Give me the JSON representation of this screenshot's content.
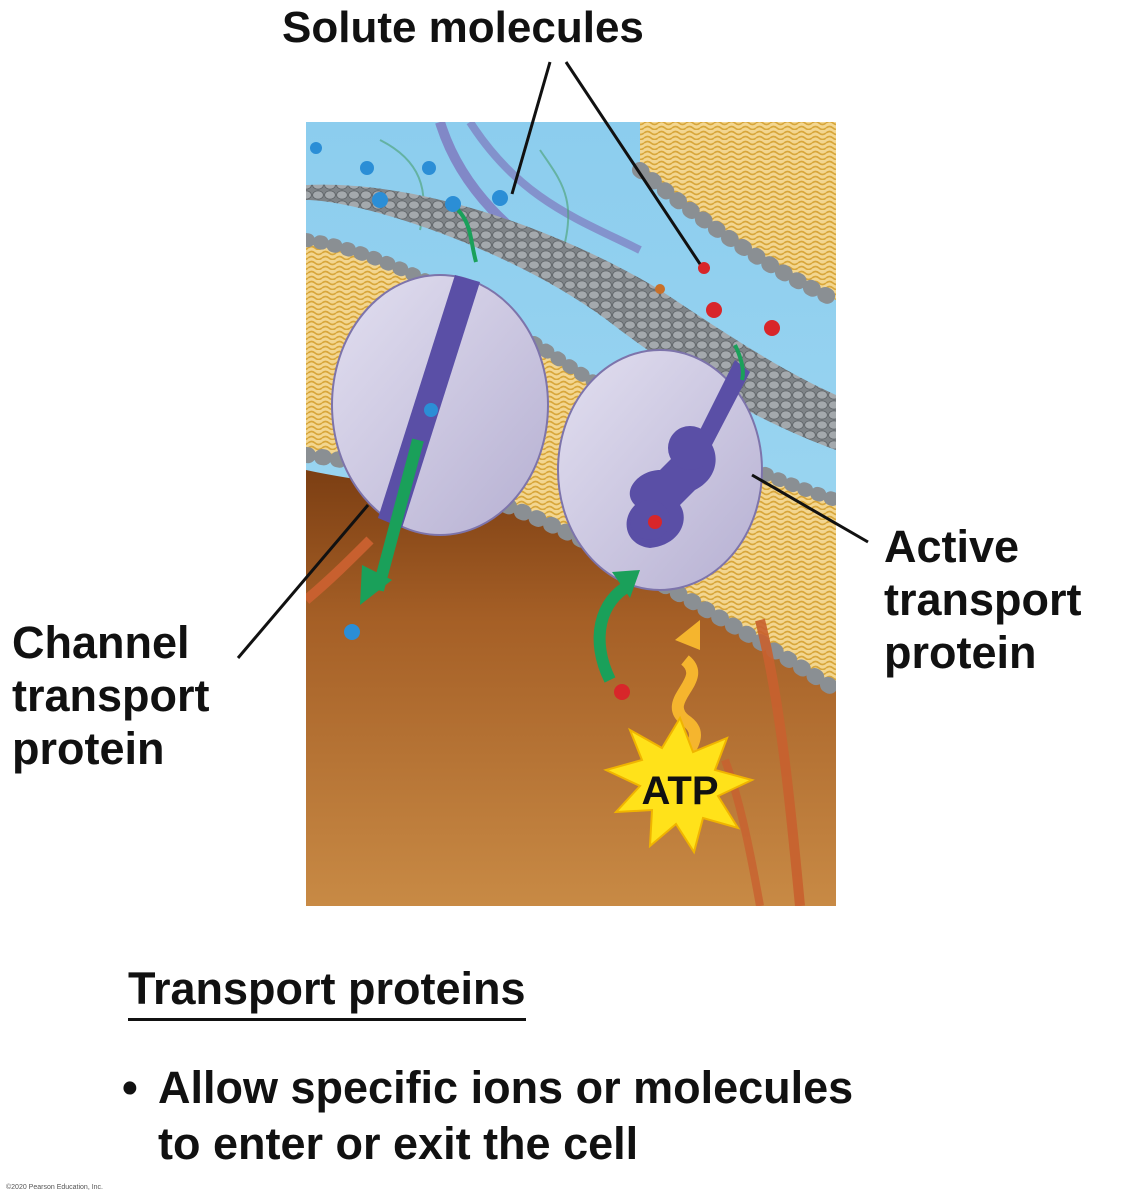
{
  "labels": {
    "solute": "Solute molecules",
    "channel": "Channel\ntransport\nprotein",
    "active": "Active\ntransport\nprotein",
    "atp": "ATP"
  },
  "heading": "Transport proteins",
  "bullet": {
    "line1": "Allow specific ions or molecules",
    "line2": "to enter or exit the cell"
  },
  "copyright": "©2020 Pearson Education, Inc.",
  "colors": {
    "extracellular": "#8fd0ee",
    "cytoplasm": "#a7642a",
    "protein": "#c8c3dc",
    "channel": "#5a4fa6",
    "blue_solute": "#2b8ed6",
    "red_solute": "#d8262a",
    "arrow": "#1aa05a",
    "atp_star": "#ffe21a"
  }
}
